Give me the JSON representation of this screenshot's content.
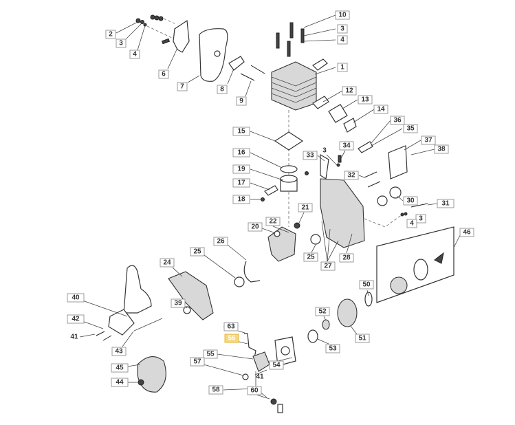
{
  "diagram": {
    "type": "exploded-parts-view",
    "highlight_color": "#f7d77a",
    "labels": [
      "10",
      "3",
      "4",
      "1",
      "2",
      "3",
      "4",
      "6",
      "7",
      "8",
      "9",
      "12",
      "13",
      "14",
      "15",
      "16",
      "19",
      "17",
      "18",
      "36",
      "35",
      "37",
      "38",
      "33",
      "3",
      "34",
      "32",
      "30",
      "31",
      "3",
      "4",
      "46",
      "21",
      "22",
      "20",
      "25",
      "27",
      "28",
      "26",
      "25",
      "24",
      "40",
      "42",
      "41",
      "43",
      "39",
      "45",
      "44",
      "50",
      "52",
      "51",
      "53",
      "54",
      "63",
      "56",
      "55",
      "57",
      "41",
      "58",
      "60"
    ],
    "highlighted_label": "56"
  }
}
